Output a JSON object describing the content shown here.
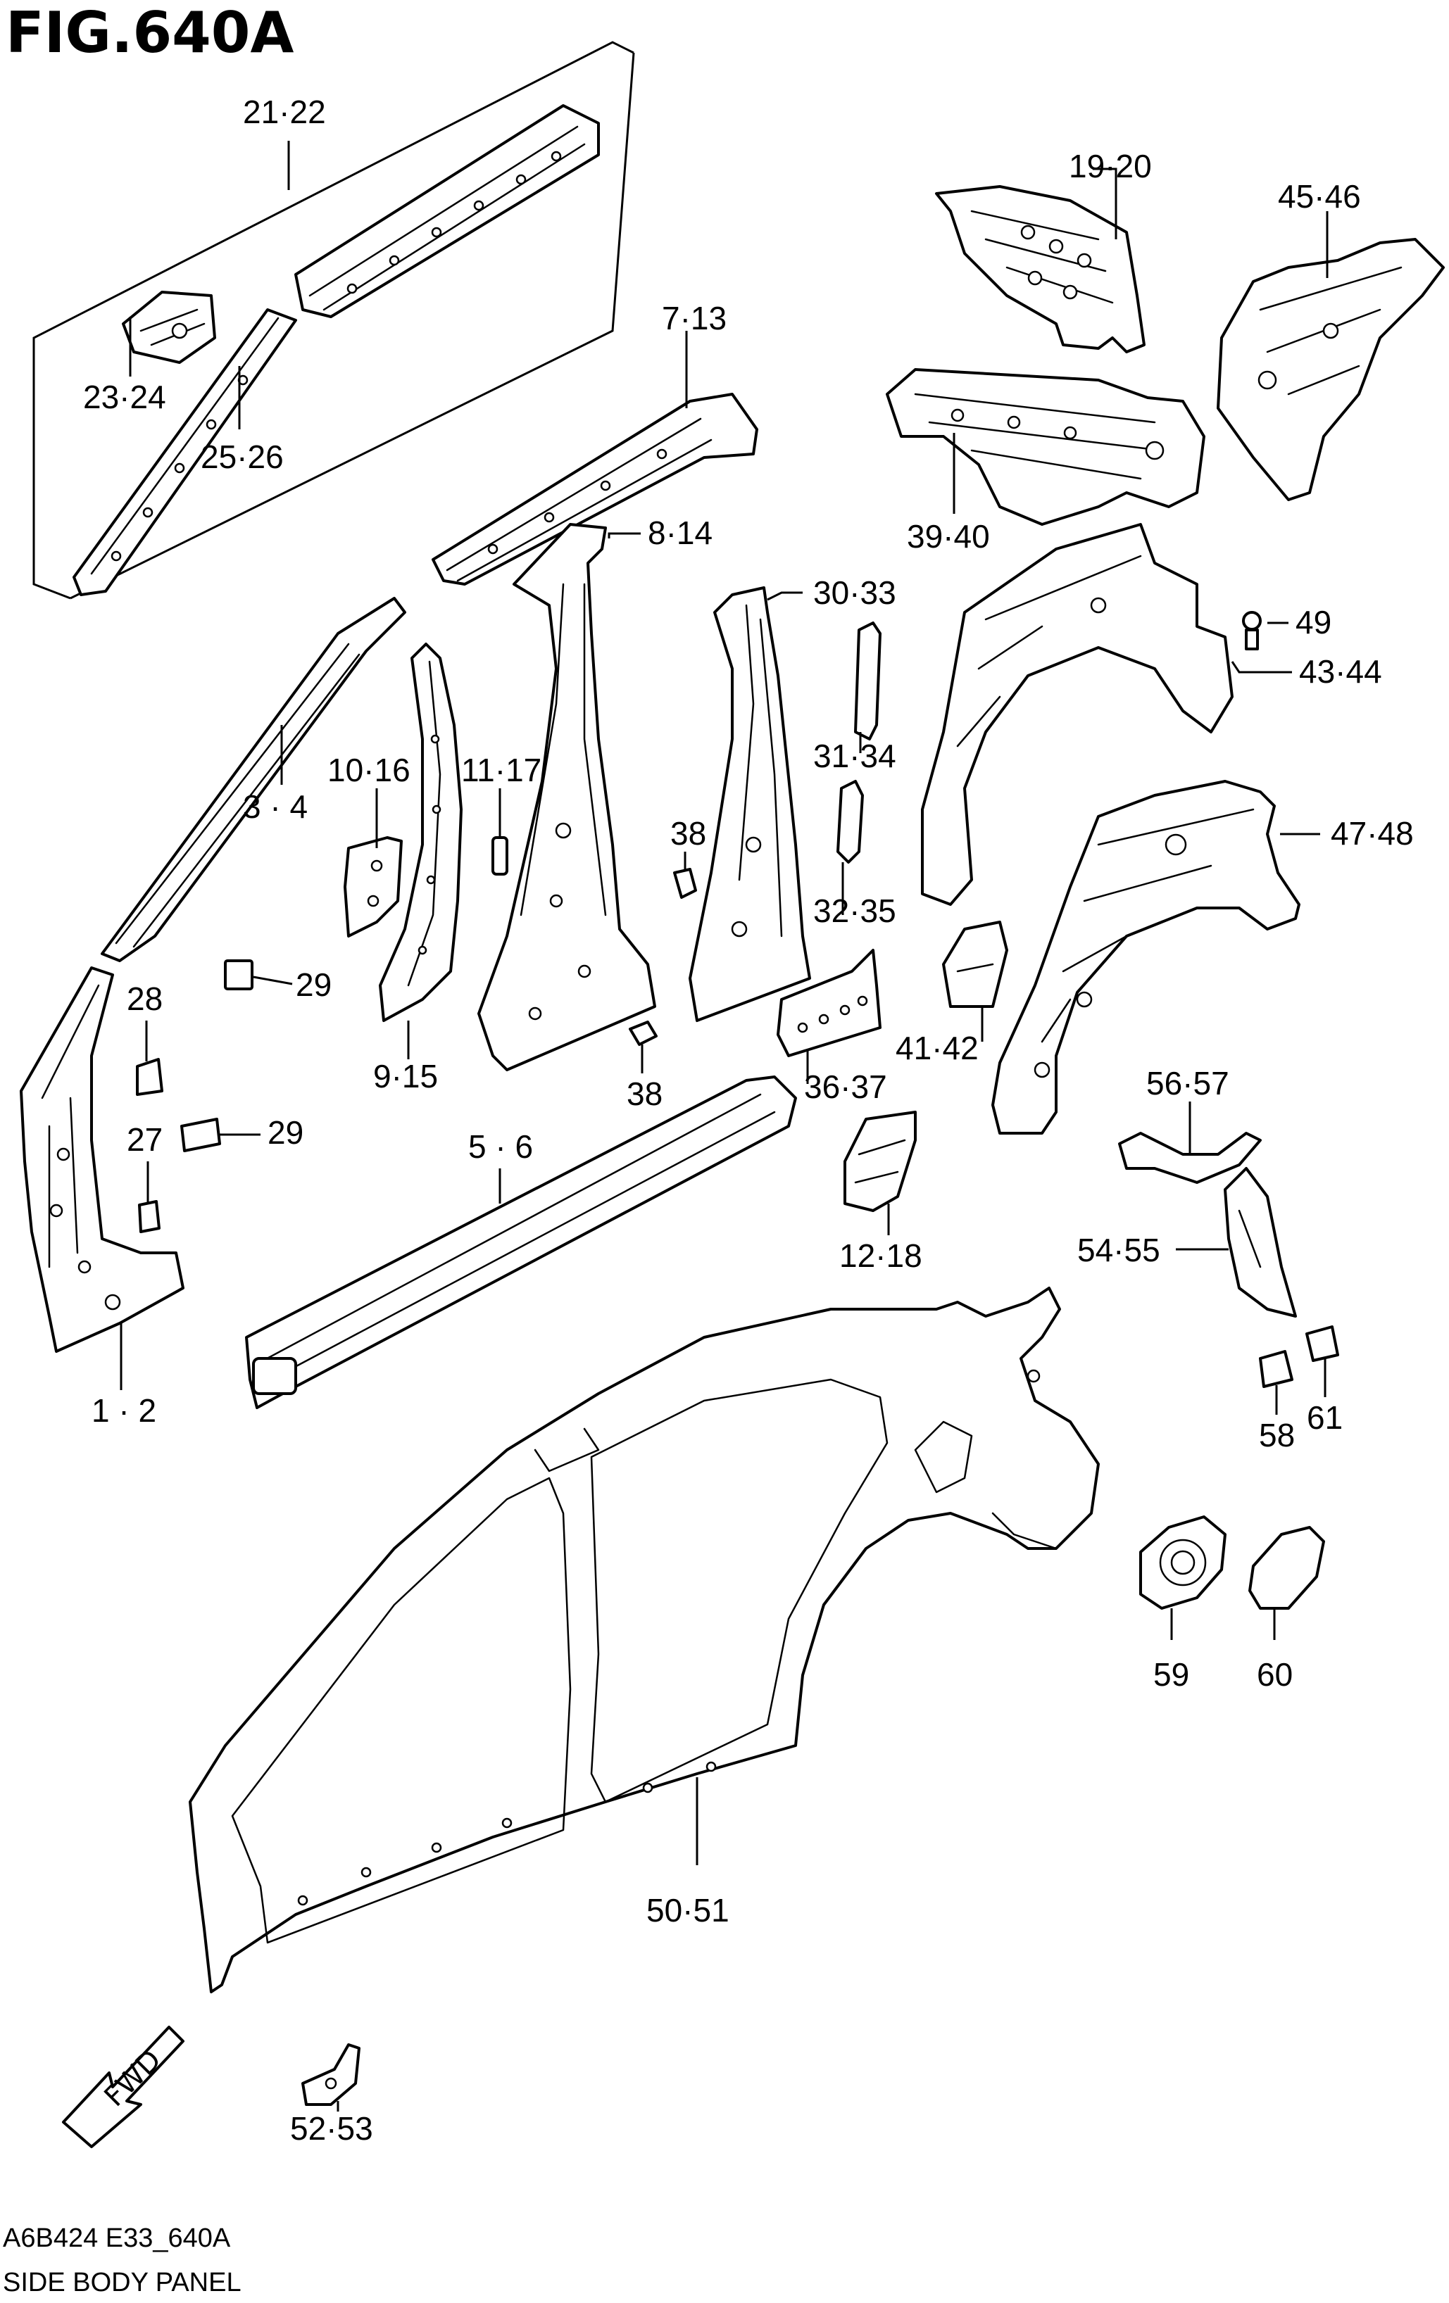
{
  "figure": {
    "title": "FIG.640A",
    "code": "A6B424 E33_640A",
    "name": "SIDE BODY PANEL",
    "fwd_label": "FWD"
  },
  "callouts": [
    {
      "id": "c-21-22",
      "label": "21·22"
    },
    {
      "id": "c-23-24",
      "label": "23·24"
    },
    {
      "id": "c-25-26",
      "label": "25·26"
    },
    {
      "id": "c-19-20",
      "label": "19·20"
    },
    {
      "id": "c-45-46",
      "label": "45·46"
    },
    {
      "id": "c-7-13",
      "label": "7·13"
    },
    {
      "id": "c-39-40",
      "label": "39·40"
    },
    {
      "id": "c-8-14",
      "label": "8·14"
    },
    {
      "id": "c-30-33",
      "label": "30·33"
    },
    {
      "id": "c-49",
      "label": "49"
    },
    {
      "id": "c-43-44",
      "label": "43·44"
    },
    {
      "id": "c-31-34",
      "label": "31·34"
    },
    {
      "id": "c-10-16",
      "label": "10·16"
    },
    {
      "id": "c-11-17",
      "label": "11·17"
    },
    {
      "id": "c-3-4",
      "label": "3 · 4"
    },
    {
      "id": "c-38a",
      "label": "38"
    },
    {
      "id": "c-47-48",
      "label": "47·48"
    },
    {
      "id": "c-32-35",
      "label": "32·35"
    },
    {
      "id": "c-29a",
      "label": "29"
    },
    {
      "id": "c-28",
      "label": "28"
    },
    {
      "id": "c-41-42",
      "label": "41·42"
    },
    {
      "id": "c-9-15",
      "label": "9·15"
    },
    {
      "id": "c-38b",
      "label": "38"
    },
    {
      "id": "c-36-37",
      "label": "36·37"
    },
    {
      "id": "c-56-57",
      "label": "56·57"
    },
    {
      "id": "c-27",
      "label": "27"
    },
    {
      "id": "c-29b",
      "label": "29"
    },
    {
      "id": "c-5-6",
      "label": "5 · 6"
    },
    {
      "id": "c-54-55",
      "label": "54·55"
    },
    {
      "id": "c-12-18",
      "label": "12·18"
    },
    {
      "id": "c-1-2",
      "label": "1 · 2"
    },
    {
      "id": "c-58",
      "label": "58"
    },
    {
      "id": "c-61",
      "label": "61"
    },
    {
      "id": "c-59",
      "label": "59"
    },
    {
      "id": "c-60",
      "label": "60"
    },
    {
      "id": "c-50-51",
      "label": "50·51"
    },
    {
      "id": "c-52-53",
      "label": "52·53"
    }
  ]
}
